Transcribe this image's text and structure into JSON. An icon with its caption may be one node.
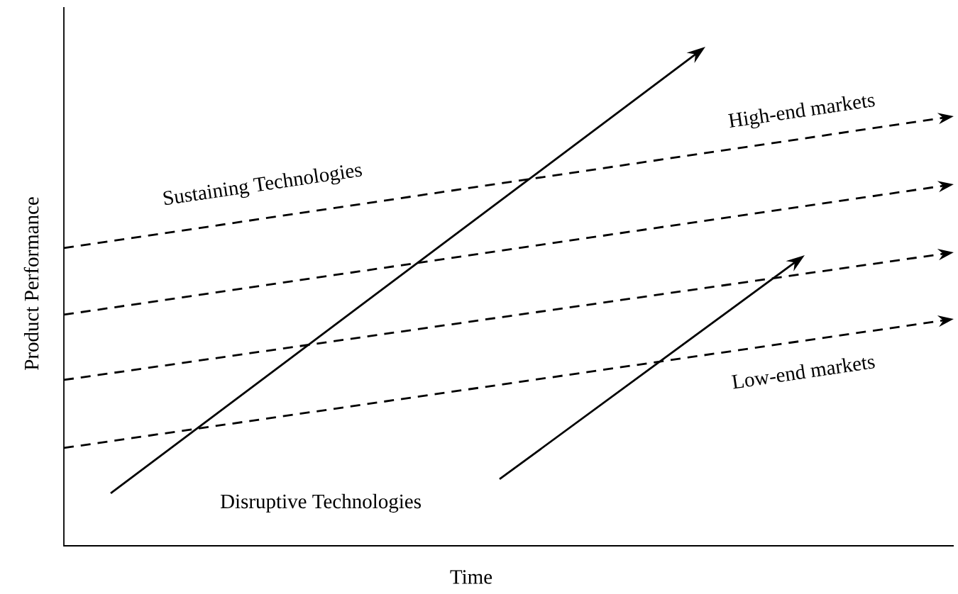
{
  "diagram": {
    "labels": [
      "High-end markets",
      "Sustaining Technologies",
      "Low-end markets",
      "Disruptive Technologies",
      "Product Performance",
      "Time"
    ]
  }
}
